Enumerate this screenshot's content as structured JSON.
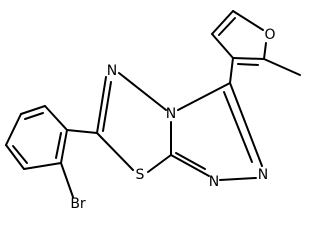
{
  "molecule": {
    "atoms": [
      {
        "id": "N_top",
        "symbol": "N"
      },
      {
        "id": "N_bridge",
        "symbol": "N"
      },
      {
        "id": "S",
        "symbol": "S"
      },
      {
        "id": "N_right",
        "symbol": "N"
      },
      {
        "id": "N_bottom",
        "symbol": "N"
      },
      {
        "id": "O_furan",
        "symbol": "O"
      },
      {
        "id": "Br",
        "symbol": "Br"
      }
    ]
  },
  "colors": {
    "bond": "#000000",
    "label": "#000000",
    "background": "#ffffff"
  }
}
